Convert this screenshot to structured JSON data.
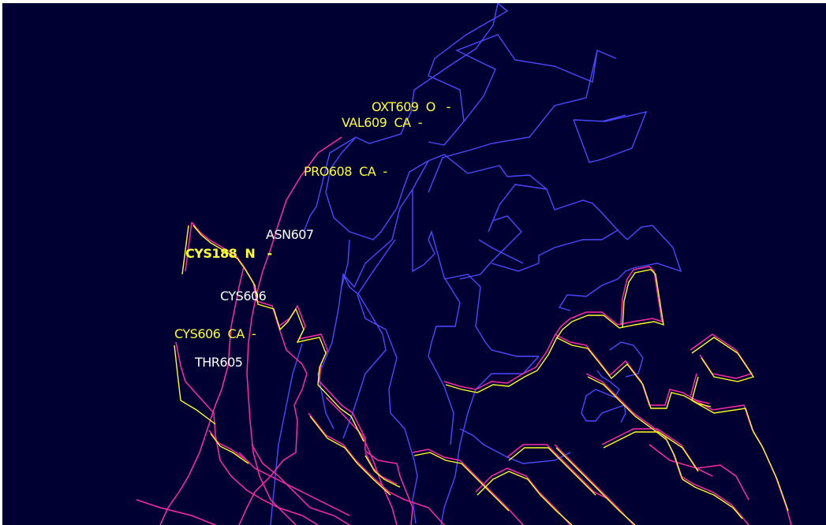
{
  "viewer": {
    "background": "#000033",
    "colors": {
      "chain_blue": "#4a4aff",
      "chain_magenta": "#ff2aa6",
      "chain_yellow": "#ffff22",
      "label_yellow": "#ffff33",
      "label_white": "#ffffff"
    },
    "labels": [
      {
        "id": "oxt609-o",
        "text": "OXT609  O   -",
        "color": "yellow",
        "bold": false
      },
      {
        "id": "val609-ca",
        "text": "VAL609  CA  -",
        "color": "yellow",
        "bold": false
      },
      {
        "id": "pro608-ca",
        "text": "PRO608  CA  -",
        "color": "yellow",
        "bold": false
      },
      {
        "id": "asn607",
        "text": "ASN607",
        "color": "white",
        "bold": false
      },
      {
        "id": "cys188-n",
        "text": "CYS188  N   -",
        "color": "yellow",
        "bold": true
      },
      {
        "id": "cys606",
        "text": "CYS606",
        "color": "white",
        "bold": false
      },
      {
        "id": "cys606-ca",
        "text": "CYS606  CA  -",
        "color": "yellow",
        "bold": false
      },
      {
        "id": "thr605",
        "text": "THR605",
        "color": "white",
        "bold": false
      }
    ]
  }
}
